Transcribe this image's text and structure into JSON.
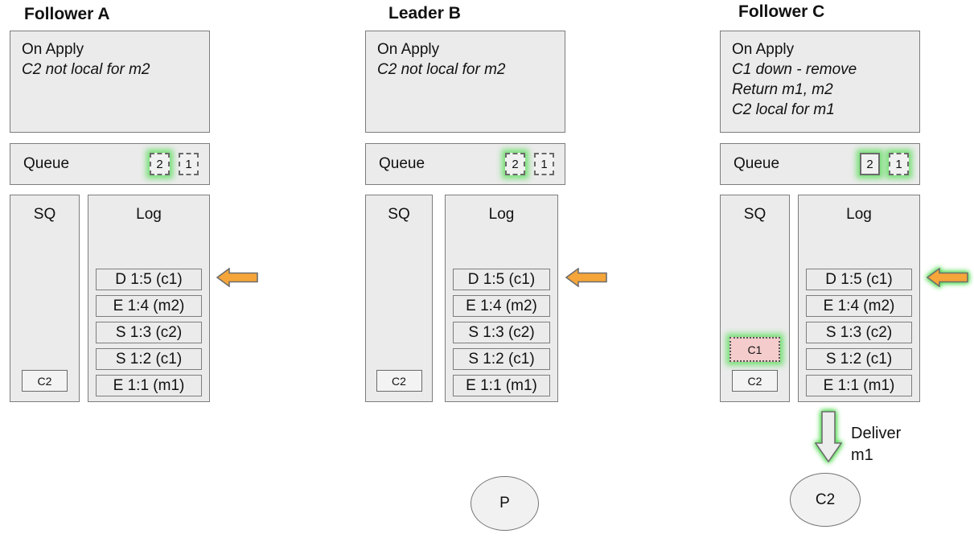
{
  "colors": {
    "box_fill": "#ebebeb",
    "box_border": "#7d7d7d",
    "glow_green": "#55dd55",
    "arrow_orange": "#f5a539",
    "arrow_border": "#6e6e6e",
    "pink_fill": "#f4cccc",
    "text": "#111111"
  },
  "columns": [
    {
      "title": "Follower A",
      "on_apply": {
        "label": "On Apply",
        "lines": [
          "C2 not local for m2"
        ]
      },
      "queue": {
        "label": "Queue",
        "items": [
          {
            "label": "2",
            "border": "dashed",
            "glow": true
          },
          {
            "label": "1",
            "border": "dashed",
            "glow": false
          }
        ]
      },
      "sq": {
        "label": "SQ",
        "items": [
          {
            "label": "C2",
            "border": "solid",
            "glow": false,
            "highlight": false
          }
        ]
      },
      "log": {
        "label": "Log",
        "entries": [
          "D 1:5 (c1)",
          "E 1:4 (m2)",
          "S 1:3 (c2)",
          "S 1:2 (c1)",
          "E 1:1 (m1)"
        ]
      },
      "apply_arrow": {
        "direction": "left",
        "glow": false
      }
    },
    {
      "title": "Leader B",
      "on_apply": {
        "label": "On Apply",
        "lines": [
          "C2 not local for m2"
        ]
      },
      "queue": {
        "label": "Queue",
        "items": [
          {
            "label": "2",
            "border": "dashed",
            "glow": true
          },
          {
            "label": "1",
            "border": "dashed",
            "glow": false
          }
        ]
      },
      "sq": {
        "label": "SQ",
        "items": [
          {
            "label": "C2",
            "border": "solid",
            "glow": false,
            "highlight": false
          }
        ]
      },
      "log": {
        "label": "Log",
        "entries": [
          "D 1:5 (c1)",
          "E 1:4 (m2)",
          "S 1:3 (c2)",
          "S 1:2 (c1)",
          "E 1:1 (m1)"
        ]
      },
      "apply_arrow": {
        "direction": "left",
        "glow": false
      },
      "process": {
        "label": "P"
      }
    },
    {
      "title": "Follower C",
      "on_apply": {
        "label": "On Apply",
        "lines": [
          "C1 down - remove",
          "Return m1, m2",
          "C2 local for m1"
        ]
      },
      "queue": {
        "label": "Queue",
        "items": [
          {
            "label": "2",
            "border": "solid",
            "glow": true
          },
          {
            "label": "1",
            "border": "dashed",
            "glow": true
          }
        ]
      },
      "sq": {
        "label": "SQ",
        "items": [
          {
            "label": "C1",
            "border": "dotted",
            "glow": true,
            "highlight": true
          },
          {
            "label": "C2",
            "border": "solid",
            "glow": false,
            "highlight": false
          }
        ]
      },
      "log": {
        "label": "Log",
        "entries": [
          "D 1:5 (c1)",
          "E 1:4 (m2)",
          "S 1:3 (c2)",
          "S 1:2 (c1)",
          "E 1:1 (m1)"
        ]
      },
      "apply_arrow": {
        "direction": "left",
        "glow": true
      },
      "deliver": {
        "lines": [
          "Deliver",
          "m1"
        ]
      },
      "process": {
        "label": "C2"
      }
    }
  ]
}
